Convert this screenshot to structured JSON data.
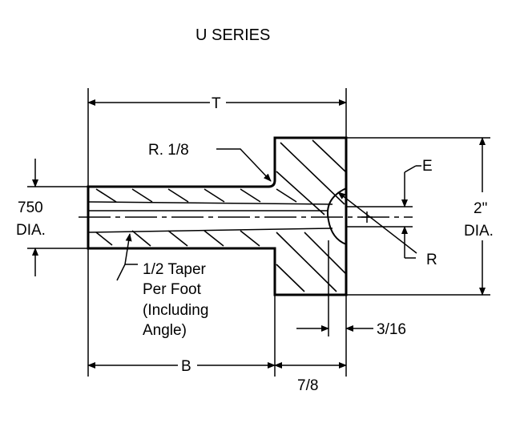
{
  "title": "U SERIES",
  "labels": {
    "t": "T",
    "r_one_eighth": "R. 1/8",
    "e": "E",
    "r": "R",
    "bore_dia_value": "750",
    "bore_dia_unit": "DIA.",
    "outer_dia_value": "2\"",
    "outer_dia_unit": "DIA.",
    "taper_line1": "1/2 Taper",
    "taper_line2": "Per Foot",
    "taper_line3": "(Including",
    "taper_line4": "Angle)",
    "three_sixteenths": "3/16",
    "b": "B",
    "seven_eighths": "7/8"
  }
}
